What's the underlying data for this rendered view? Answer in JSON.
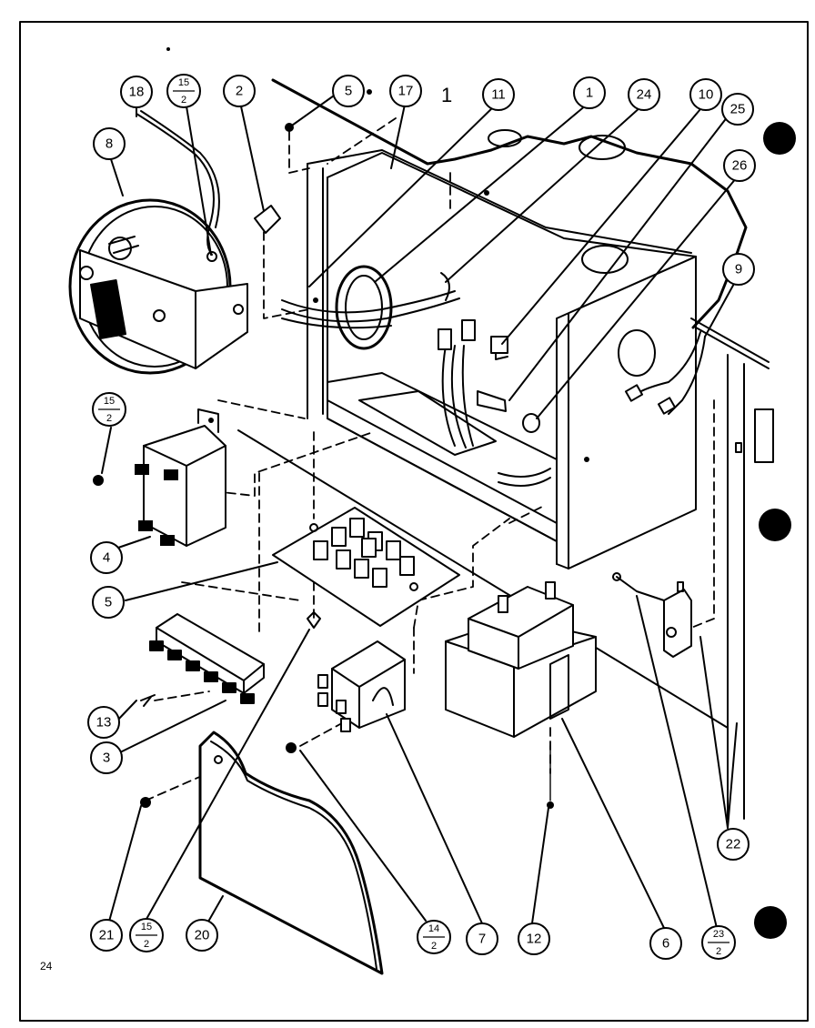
{
  "page": {
    "page_number": "24",
    "ref_mark": "1"
  },
  "callouts": {
    "c18": "18",
    "c15_top": {
      "num": "15",
      "den": "2"
    },
    "c2": "2",
    "c5_top": "5",
    "c17": "17",
    "c11": "11",
    "c1": "1",
    "c24": "24",
    "c10": "10",
    "c25": "25",
    "c26": "26",
    "c8": "8",
    "c9": "9",
    "c15_left": {
      "num": "15",
      "den": "2"
    },
    "c4": "4",
    "c5_board": "5",
    "c13": "13",
    "c3": "3",
    "c22": "22",
    "c21": "21",
    "c15_bottom": {
      "num": "15",
      "den": "2"
    },
    "c20": "20",
    "c14": {
      "num": "14",
      "den": "2"
    },
    "c7": "7",
    "c12": "12",
    "c6": "6",
    "c23": {
      "num": "23",
      "den": "2"
    }
  },
  "icons": {
    "registration_dots": "filled-circle"
  }
}
